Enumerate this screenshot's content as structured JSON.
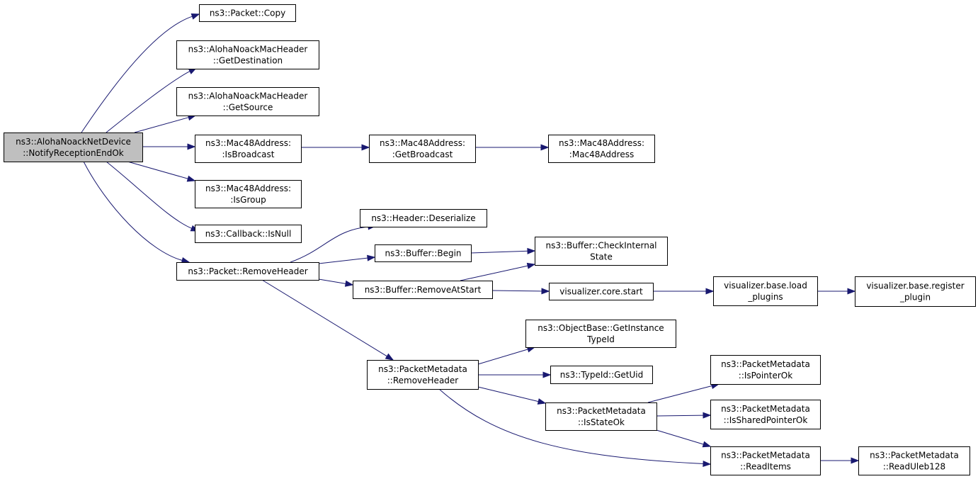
{
  "graph": {
    "nodes": [
      {
        "id": "root",
        "lines": [
          "ns3::AlohaNoackNetDevice",
          "::NotifyReceptionEndOk"
        ],
        "root": true
      },
      {
        "id": "copy",
        "lines": [
          "ns3::Packet::Copy"
        ]
      },
      {
        "id": "getdest",
        "lines": [
          "ns3::AlohaNoackMacHeader",
          "::GetDestination"
        ]
      },
      {
        "id": "getsrc",
        "lines": [
          "ns3::AlohaNoackMacHeader",
          "::GetSource"
        ]
      },
      {
        "id": "isbcast",
        "lines": [
          "ns3::Mac48Address:",
          ":IsBroadcast"
        ]
      },
      {
        "id": "getbcast",
        "lines": [
          "ns3::Mac48Address:",
          ":GetBroadcast"
        ]
      },
      {
        "id": "mac48",
        "lines": [
          "ns3::Mac48Address:",
          ":Mac48Address"
        ]
      },
      {
        "id": "isgroup",
        "lines": [
          "ns3::Mac48Address:",
          ":IsGroup"
        ]
      },
      {
        "id": "isnull",
        "lines": [
          "ns3::Callback::IsNull"
        ]
      },
      {
        "id": "rmheader",
        "lines": [
          "ns3::Packet::RemoveHeader"
        ]
      },
      {
        "id": "deser",
        "lines": [
          "ns3::Header::Deserialize"
        ]
      },
      {
        "id": "begin",
        "lines": [
          "ns3::Buffer::Begin"
        ]
      },
      {
        "id": "checkint",
        "lines": [
          "ns3::Buffer::CheckInternal",
          "State"
        ]
      },
      {
        "id": "rmatstart",
        "lines": [
          "ns3::Buffer::RemoveAtStart"
        ]
      },
      {
        "id": "vstart",
        "lines": [
          "visualizer.core.start"
        ]
      },
      {
        "id": "vload",
        "lines": [
          "visualizer.base.load",
          "_plugins"
        ]
      },
      {
        "id": "vreg",
        "lines": [
          "visualizer.base.register",
          "_plugin"
        ]
      },
      {
        "id": "pmrmheader",
        "lines": [
          "ns3::PacketMetadata",
          "::RemoveHeader"
        ]
      },
      {
        "id": "objtype",
        "lines": [
          "ns3::ObjectBase::GetInstance",
          "TypeId"
        ]
      },
      {
        "id": "getuid",
        "lines": [
          "ns3::TypeId::GetUid"
        ]
      },
      {
        "id": "isstateok",
        "lines": [
          "ns3::PacketMetadata",
          "::IsStateOk"
        ]
      },
      {
        "id": "isptrok",
        "lines": [
          "ns3::PacketMetadata",
          "::IsPointerOk"
        ]
      },
      {
        "id": "isshptrok",
        "lines": [
          "ns3::PacketMetadata",
          "::IsSharedPointerOk"
        ]
      },
      {
        "id": "readitems",
        "lines": [
          "ns3::PacketMetadata",
          "::ReadItems"
        ]
      },
      {
        "id": "readuleb",
        "lines": [
          "ns3::PacketMetadata",
          "::ReadUleb128"
        ]
      }
    ],
    "edges": [
      {
        "from": "root",
        "to": "copy"
      },
      {
        "from": "root",
        "to": "getdest"
      },
      {
        "from": "root",
        "to": "getsrc"
      },
      {
        "from": "root",
        "to": "isbcast"
      },
      {
        "from": "root",
        "to": "isgroup"
      },
      {
        "from": "root",
        "to": "isnull"
      },
      {
        "from": "root",
        "to": "rmheader"
      },
      {
        "from": "isbcast",
        "to": "getbcast"
      },
      {
        "from": "getbcast",
        "to": "mac48"
      },
      {
        "from": "rmheader",
        "to": "deser"
      },
      {
        "from": "rmheader",
        "to": "begin"
      },
      {
        "from": "rmheader",
        "to": "rmatstart"
      },
      {
        "from": "rmheader",
        "to": "pmrmheader"
      },
      {
        "from": "begin",
        "to": "checkint"
      },
      {
        "from": "rmatstart",
        "to": "checkint"
      },
      {
        "from": "rmatstart",
        "to": "vstart"
      },
      {
        "from": "vstart",
        "to": "vload"
      },
      {
        "from": "vload",
        "to": "vreg"
      },
      {
        "from": "pmrmheader",
        "to": "objtype"
      },
      {
        "from": "pmrmheader",
        "to": "getuid"
      },
      {
        "from": "pmrmheader",
        "to": "isstateok"
      },
      {
        "from": "pmrmheader",
        "to": "readitems"
      },
      {
        "from": "isstateok",
        "to": "isptrok"
      },
      {
        "from": "isstateok",
        "to": "isshptrok"
      },
      {
        "from": "isstateok",
        "to": "readitems"
      },
      {
        "from": "readitems",
        "to": "readuleb"
      }
    ],
    "colors": {
      "edge": "#191970",
      "root_fill": "#bfbfbf",
      "node_fill": "#ffffff",
      "border": "#000000"
    }
  }
}
